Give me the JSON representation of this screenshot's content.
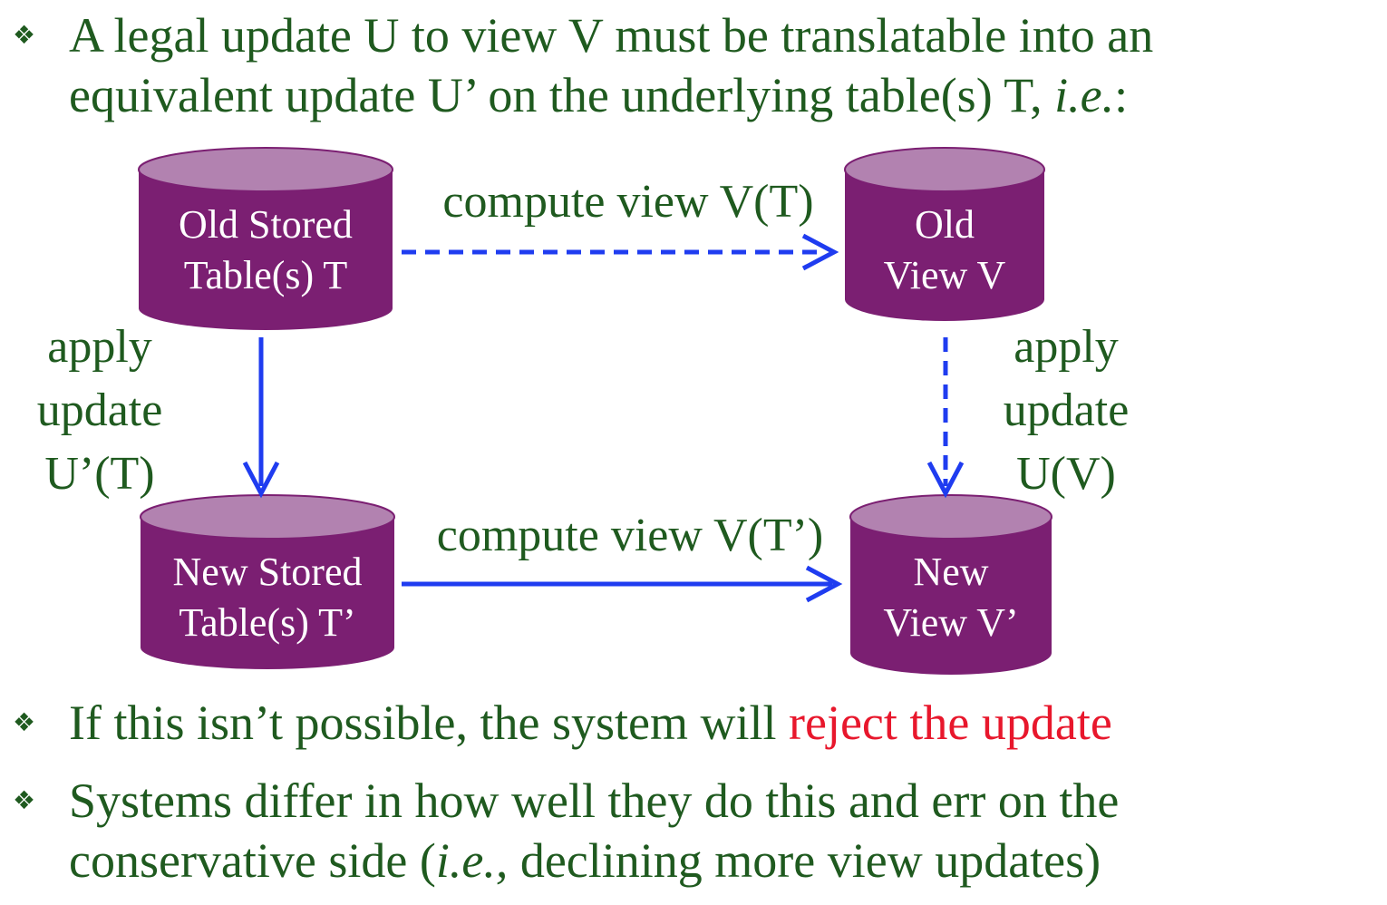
{
  "bullets": {
    "glyph": "❖",
    "b1_line1": "A legal update U to view V must be translatable into an",
    "b1_line2_pre": "equivalent update U’ on the underlying table(s) T, ",
    "b1_line2_ie": "i.e.",
    "b1_line2_post": ":",
    "b2_pre": "If this isn’t possible, the system will ",
    "b2_red": "reject the update",
    "b3_line1": "Systems differ in how well they do this and err on the",
    "b3_line2_pre": "conservative side (",
    "b3_line2_ie": "i.e.,",
    "b3_line2_post": " declining more view updates)"
  },
  "cylinders": {
    "old_table": {
      "line1": "Old Stored",
      "line2": "Table(s) T"
    },
    "old_view": {
      "line1": "Old",
      "line2": "View V"
    },
    "new_table": {
      "line1": "New Stored",
      "line2": "Table(s) T’"
    },
    "new_view": {
      "line1": "New",
      "line2": "View V’"
    }
  },
  "arrows": {
    "top": "compute view V(T)",
    "bottom": "compute view V(T’)",
    "left": {
      "line1": "apply",
      "line2": "update",
      "line3": "U’(T)"
    },
    "right": {
      "line1": "apply",
      "line2": "update",
      "line3": "U(V)"
    }
  },
  "colors": {
    "text_green": "#1f5a1f",
    "accent_red": "#e8172c",
    "cylinder_body": "#7b1f72",
    "cylinder_top": "#b282b0",
    "arrow_blue": "#1f3cf0"
  }
}
